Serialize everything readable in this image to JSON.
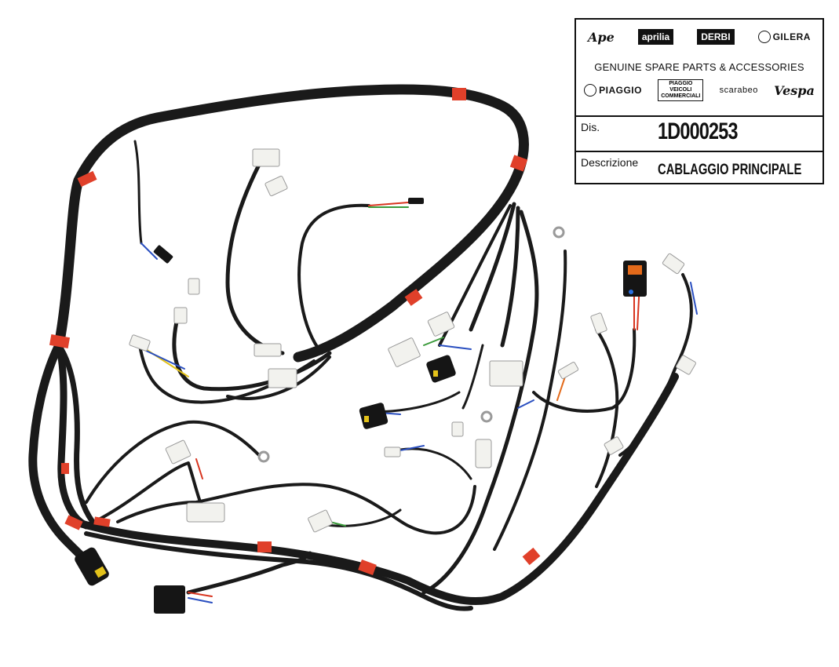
{
  "image": {
    "subject": "wiring-harness"
  },
  "info_box": {
    "brands_row1": [
      "Ape",
      "aprilia",
      "DERBI",
      "GILERA"
    ],
    "tagline": "GENUINE SPARE PARTS & ACCESSORIES",
    "brands_row2": [
      "PIAGGIO",
      "PIAGGIO",
      "VEICOLI",
      "COMMERCIALI",
      "scarabeo",
      "Vespa"
    ],
    "dis_label": "Dis.",
    "dis_value": "1D000253",
    "desc_label": "Descrizione",
    "desc_value": "CABLAGGIO PRINCIPALE"
  },
  "colors": {
    "cable": "#1a1a1a",
    "tape": "#e0402a",
    "connector_white": "#f2f2ee",
    "connector_black": "#151515",
    "wire_red": "#d8341f",
    "wire_blue": "#2a4fc0",
    "wire_green": "#3a9a3a",
    "wire_yellow": "#e3c21a"
  }
}
